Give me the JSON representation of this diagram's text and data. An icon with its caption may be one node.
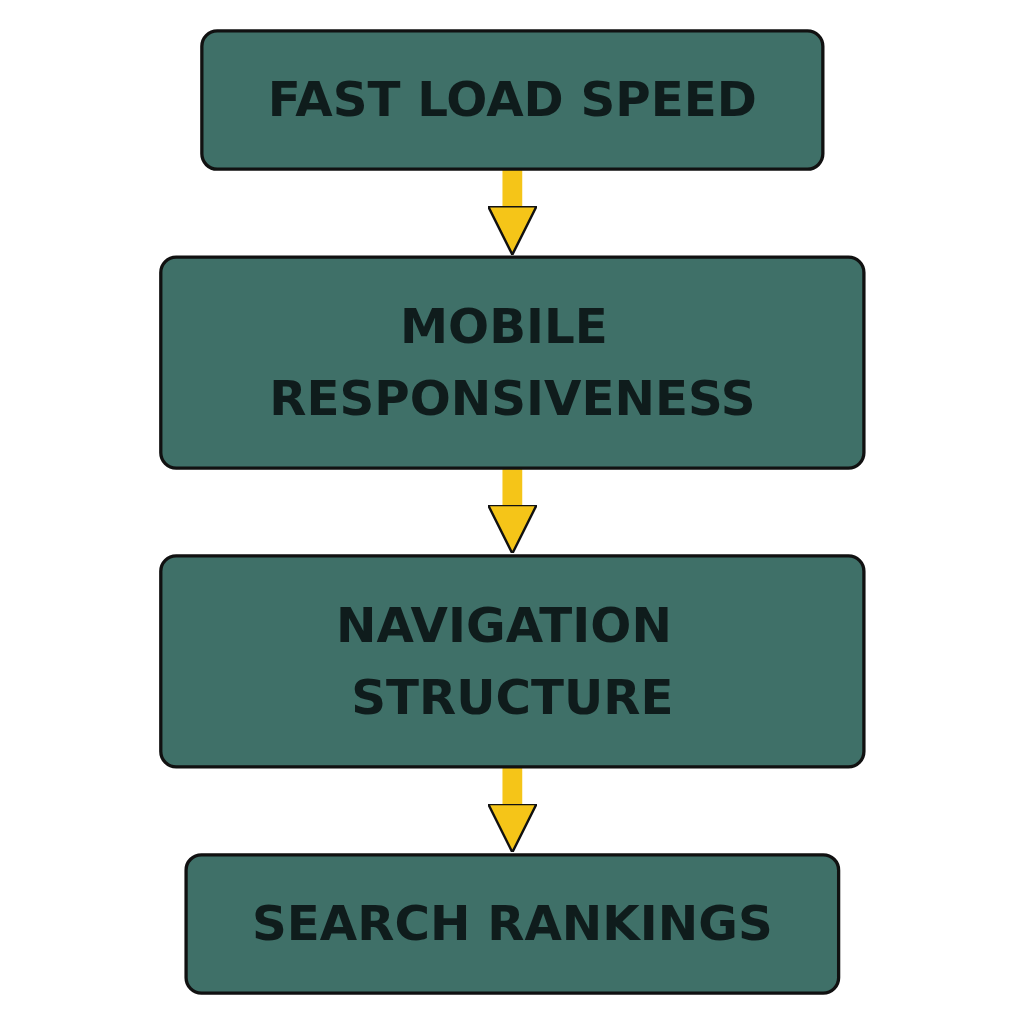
{
  "diagram": {
    "nodes": [
      {
        "text": [
          "FAST LOAD SPEED"
        ]
      },
      {
        "text": [
          "MOBILE RESPONSIVENESS"
        ]
      },
      {
        "text": [
          "NAVIGATION STRUCTURE"
        ]
      },
      {
        "text": [
          "SEARCH RANKINGS"
        ]
      }
    ],
    "edges": [
      {
        "from": 0,
        "to": 1,
        "arrow": "to"
      },
      {
        "from": 1,
        "to": 2,
        "arrow": "to"
      },
      {
        "from": 2,
        "to": 3,
        "arrow": "to"
      }
    ]
  }
}
